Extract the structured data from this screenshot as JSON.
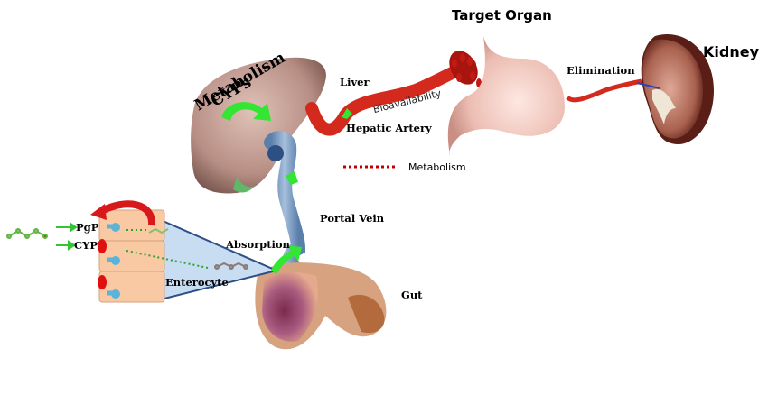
{
  "title": "Target Organ",
  "labels": {
    "liver": "Liver",
    "cyps_line1": "CYPs",
    "cyps_line2": "Metabolism",
    "bioavailability": "Bioavailability",
    "hepatic_artery": "Hepatic Artery",
    "elimination": "Elimination",
    "kidney": "Kidney",
    "portal_vein": "Portal Vein",
    "absorption": "Absorption",
    "enterocyte": "Enterocyte",
    "gut": "Gut",
    "pgp": "PgP",
    "cyp": "CYP"
  },
  "legend": {
    "metabolism": "Metabolism",
    "metabolism_color": "#c00000"
  },
  "colors": {
    "arrow_green": "#33e633",
    "artery_red": "#d42a1e",
    "vein_blue": "#7f9fc4",
    "liver": "#c9a49a",
    "stomach": "#f2c7bf",
    "kidney": "#b07060",
    "enterocyte": "#f8c9a2",
    "funnel": "#c8ddf2"
  }
}
